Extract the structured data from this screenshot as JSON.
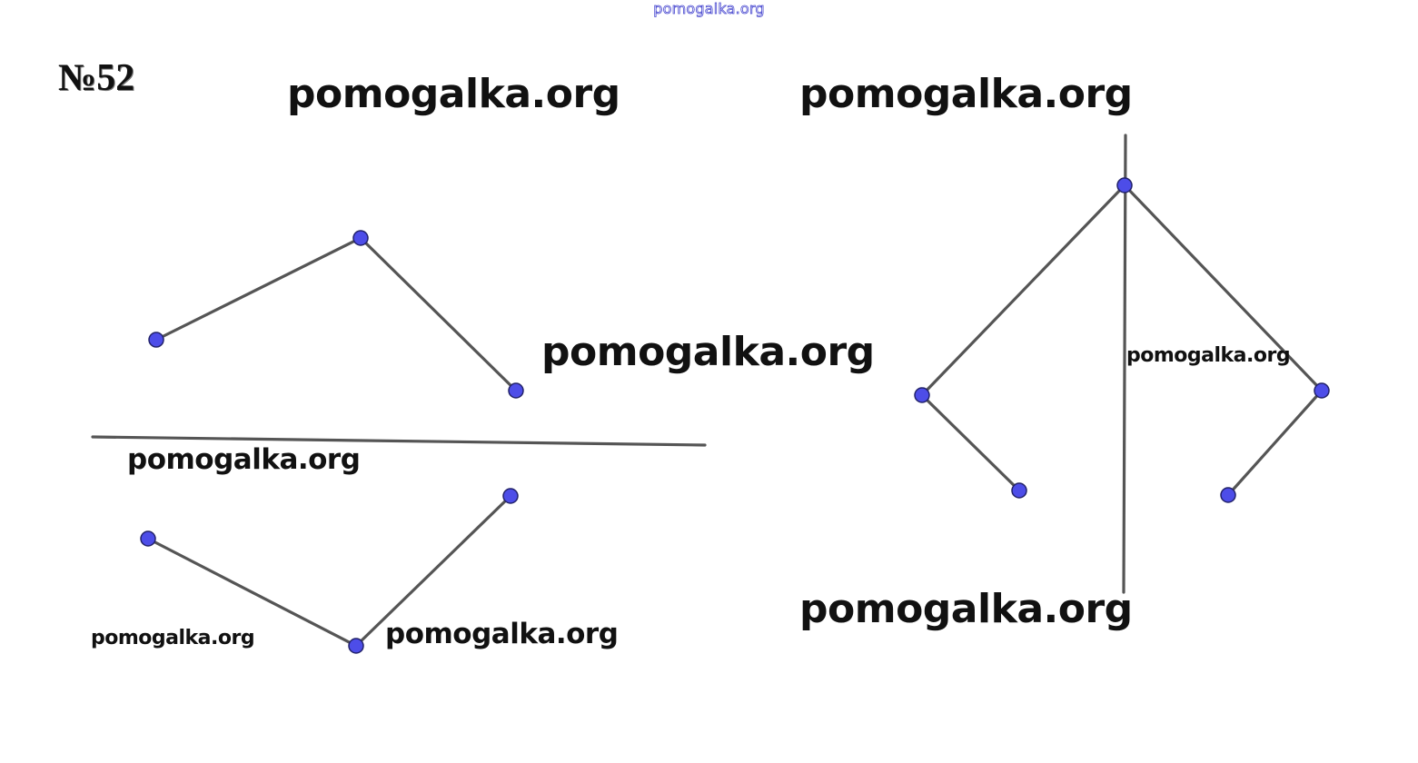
{
  "header": {
    "top_watermark": "pomogalka.org",
    "problem_number": "№52"
  },
  "watermarks": [
    "pomogalka.org",
    "pomogalka.org",
    "pomogalka.org",
    "pomogalka.org",
    "pomogalka.org",
    "pomogalka.org",
    "pomogalka.org",
    "pomogalka.org"
  ],
  "colors": {
    "line": "#555555",
    "point_fill": "#4d4de8",
    "point_stroke": "#22226a",
    "top_watermark": "#4a4ad0"
  }
}
